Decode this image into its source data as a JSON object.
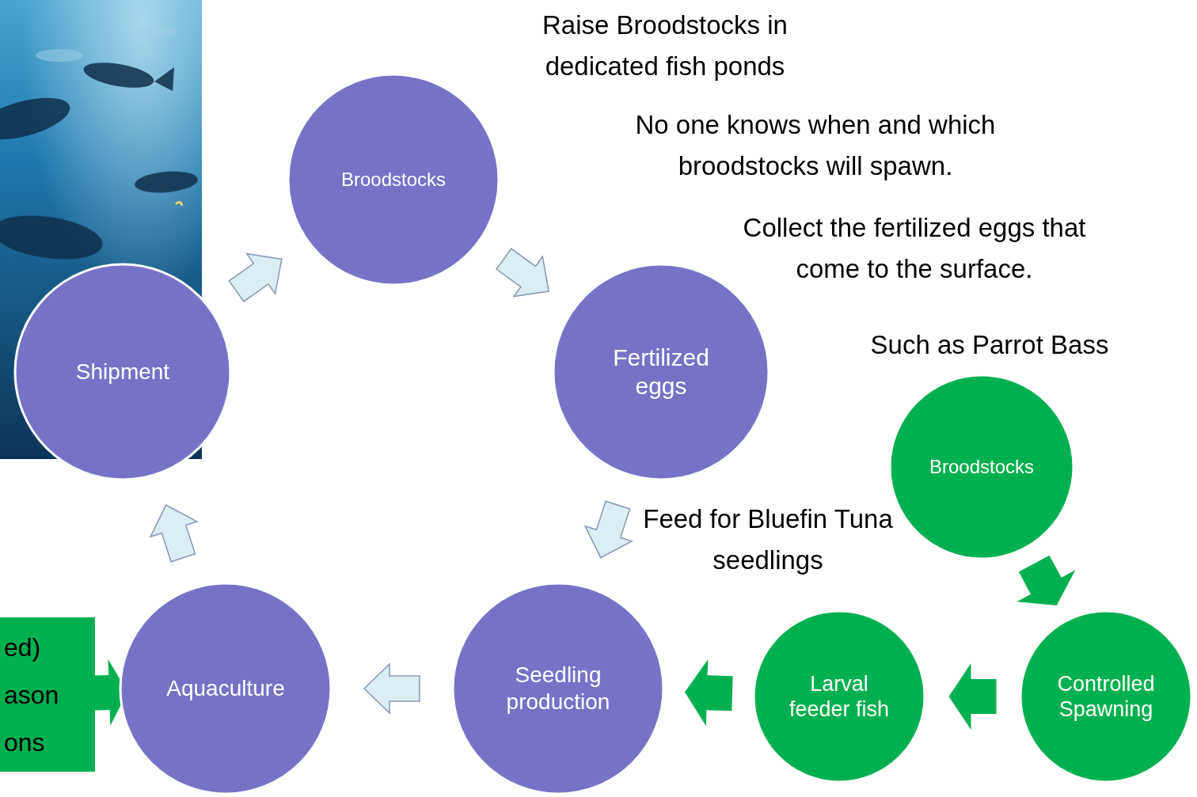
{
  "diagram": {
    "nodes": [
      {
        "text": [
          "Broodstocks"
        ]
      },
      {
        "text": [
          "Fertilized eggs"
        ]
      },
      {
        "text": [
          "Seedling production"
        ]
      },
      {
        "text": [
          "Aquaculture"
        ]
      },
      {
        "text": [
          "Shipment"
        ]
      },
      {
        "text": [
          "Broodstocks"
        ]
      },
      {
        "text": [
          "Controlled Spawning"
        ]
      },
      {
        "text": [
          "Larval feeder fish"
        ]
      },
      {
        "text": [
          "ed) ason ons"
        ]
      }
    ],
    "edges": [
      {
        "from": 0,
        "to": 1,
        "arrow": "to"
      },
      {
        "from": 1,
        "to": 2,
        "arrow": "to"
      },
      {
        "from": 2,
        "to": 3,
        "arrow": "to"
      },
      {
        "from": 3,
        "to": 4,
        "arrow": "to"
      },
      {
        "from": 4,
        "to": 0,
        "arrow": "to"
      },
      {
        "from": 5,
        "to": 6,
        "arrow": "to"
      },
      {
        "from": 6,
        "to": 7,
        "arrow": "to"
      },
      {
        "from": 7,
        "to": 2,
        "arrow": "to"
      },
      {
        "from": 8,
        "to": 3,
        "arrow": "to"
      }
    ],
    "labels": [
      "Raise Broodstocks in dedicated fish ponds",
      "No one knows when and which broodstocks will spawn.",
      "Collect the fertilized eggs that come to the surface.",
      "Such as Parrot Bass",
      "Feed for Bluefin Tuna seedlings"
    ]
  }
}
